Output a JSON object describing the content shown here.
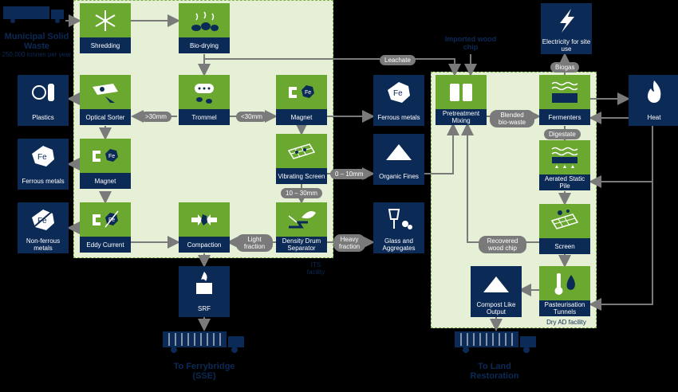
{
  "colors": {
    "green": "#6aa830",
    "navy": "#0c2a56",
    "flow": "#7a7a7a",
    "facility_bg": "#e6f0d6"
  },
  "input": {
    "title": "Municipal Solid Waste",
    "subtitle": "250,000 tonnes per year"
  },
  "its": {
    "label": "ITS facility",
    "boxes": {
      "shredding": "Shredding",
      "biodrying": "Bio-drying",
      "optical_sorter": "Optical Sorter",
      "trommel": "Trommel",
      "magnet_top": "Magnet",
      "magnet_left": "Magnet",
      "vibrating_screen": "Vibrating Screen",
      "eddy_current": "Eddy Current",
      "compaction": "Compaction",
      "density_drum": "Density Drum Separator"
    }
  },
  "outputs": {
    "plastics": "Plastics",
    "ferrous_left": "Ferrous metals",
    "non_ferrous": "Non-ferrous metals",
    "ferrous_mid": "Ferrous metals",
    "organic_fines": "Organic Fines",
    "glass": "Glass and Aggregates",
    "srf": "SRF",
    "electricity": "Electricity for site use",
    "heat": "Heat",
    "compost": "Compost Like Output"
  },
  "ad": {
    "label": "Dry AD facility",
    "boxes": {
      "pretreatment": "Pretreatment Mixing",
      "fermenters": "Fermenters",
      "aerated_pile": "Aerated Static Pile",
      "screen": "Screen",
      "pasteurisation": "Pasteurisation Tunnels"
    }
  },
  "flow_labels": {
    "gt30": ">30mm",
    "lt30": "<30mm",
    "range_0_10": "0 – 10mm",
    "range_10_30": "10 – 30mm",
    "light_fraction": "Light fraction",
    "heavy_fraction": "Heavy fraction",
    "leachate": "Leachate",
    "blended": "Blended bio-waste",
    "biogas": "Biogas",
    "digestate": "Digestate",
    "recovered_chip": "Recovered wood chip",
    "imported_chip": "Imported wood chip"
  },
  "destinations": {
    "ferrybridge": "To Ferrybridge (SSE)",
    "land": "To Land Restoration"
  }
}
